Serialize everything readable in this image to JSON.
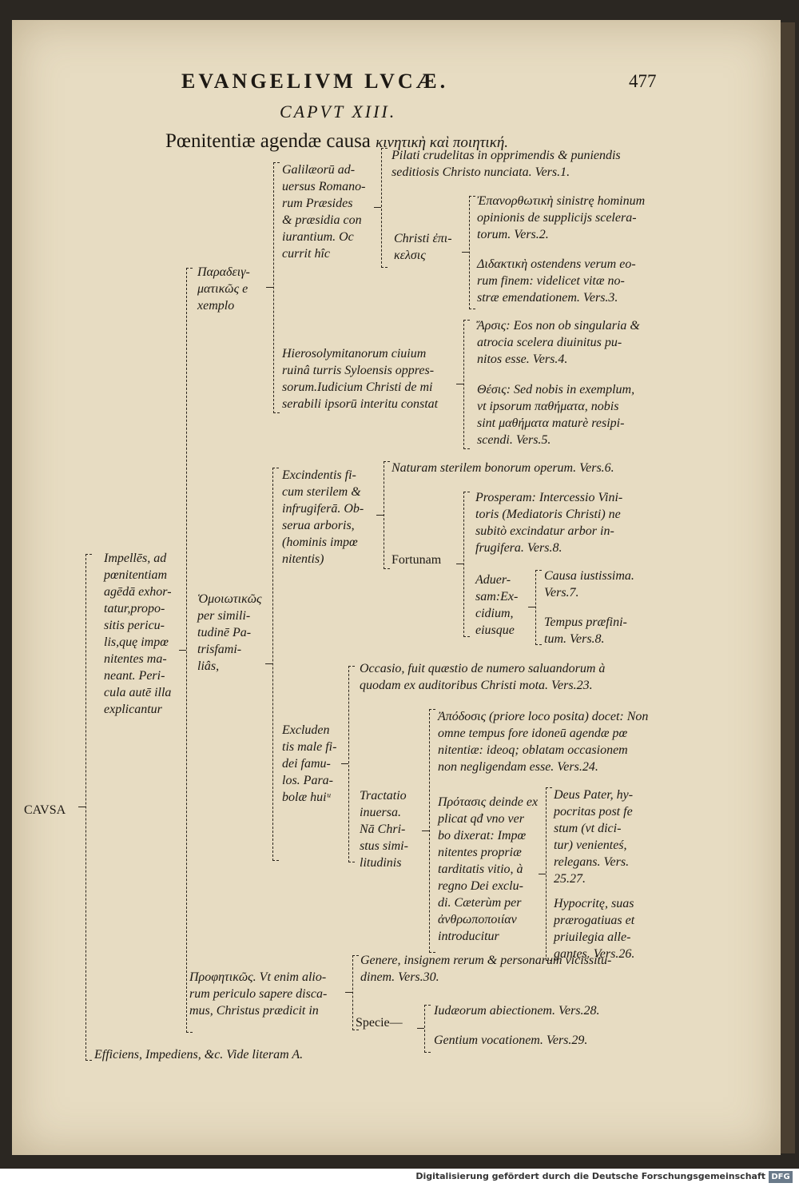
{
  "header": {
    "running_title": "EVANGELIVM LVCÆ.",
    "page_number": "477",
    "chapter": "CAPVT XIII.",
    "title": "Pœnitentiæ agendæ causa",
    "title_greek": "κινητικὴ καὶ ποιητική."
  },
  "tree": {
    "root": "CAVSA",
    "impellens": [
      "Impellēs, ad",
      "pœnitentiam",
      "agēdā exhor-",
      "tatur,propo-",
      "sitis pericu-",
      "lis,quę impœ",
      "nitentes ma-",
      "neant. Peri-",
      "cula autē illa",
      "explicantur"
    ],
    "paradeigm": [
      "Παραδειγ-",
      "ματικῶς e",
      "xemplo"
    ],
    "galilaei": [
      "Galilæorū ad-",
      "uersus Romano-",
      "rum Præsides",
      "& præsidia con",
      "iurantium. Oc",
      "currit hîc"
    ],
    "pilati": [
      "Pilati crudelitas in opprimendis & puniendis",
      "seditiosis Christo nunciata. Vers.1."
    ],
    "christi_ep": [
      "Christi ἐπι-",
      "κελσις"
    ],
    "epanorth": [
      "Ἐπανορθωτικὴ sinistrę hominum",
      "opinionis de supplicijs scelera-",
      "torum. Vers.2."
    ],
    "didask": [
      "Διδακτικὴ ostendens verum eo-",
      "rum finem: videlicet vitæ no-",
      "stræ emendationem. Vers.3."
    ],
    "hieros": [
      "Hierosolymitanorum ciuium",
      "ruinâ turris Syloensis oppres-",
      "sorum.Iudicium Christi de mi",
      "serabili ipsorū interitu constat"
    ],
    "arsis": [
      "Ἄρσις: Eos non ob singularia &",
      "atrocia scelera diuinitus pu-",
      "nitos esse. Vers.4."
    ],
    "thesis": [
      "Θέσις: Sed nobis in exemplum,",
      "vt ipsorum παθήματα, nobis",
      "sint μαθήματα maturè resipi-",
      "scendi. Vers.5."
    ],
    "homoiot": [
      "Ὁμοιωτικῶς",
      "per simili-",
      "tudinē Pa-",
      "trisfami-",
      "liâs,"
    ],
    "excindentis": [
      "Excindentis fi-",
      "cum sterilem &",
      "infrugiferā. Ob-",
      "serua arboris,",
      "(hominis impœ",
      "nitentis)"
    ],
    "naturam": "Naturam sterilem bonorum operum. Vers.6.",
    "fortunam": "Fortunam",
    "prosperam": [
      "Prosperam: Intercessio Vini-",
      "toris (Mediatoris Christi) ne",
      "subitò excindatur arbor in-",
      "frugifera. Vers.8."
    ],
    "aduersam": [
      "Aduer-",
      "sam:Ex-",
      "cidium,",
      "eiusque"
    ],
    "causa_iust": [
      "Causa iustissima.",
      "Vers.7."
    ],
    "tempus": [
      "Tempus præfini-",
      "tum. Vers.8."
    ],
    "excludentis": [
      "Excluden",
      "tis male fi-",
      "dei famu-",
      "los. Para-",
      "bolæ huiᵘ"
    ],
    "occasio": [
      "Occasio, fuit quæstio de numero saluandorum à",
      "quodam ex auditoribus Christi mota. Vers.23."
    ],
    "tractatio": [
      "Tractatio",
      "inuersa.",
      "Nā Chri-",
      "stus simi-",
      "litudinis"
    ],
    "apodosis": [
      "Ἀπόδοσις (priore loco posita) docet: Non",
      "omne tempus fore idoneū agendæ pœ",
      "nitentiæ: ideoq; oblatam occasionem",
      "non negligendam esse. Vers.24."
    ],
    "protasis": [
      "Πρότασις deinde ex",
      "plicat qđ vno ver",
      "bo dixerat: Impœ",
      "nitentes propriæ",
      "tarditatis vitio, à",
      "regno Dei exclu-",
      "di. Cæterùm per",
      "ἀνθρωποποιίαν",
      "introducitur"
    ],
    "deus_pater": [
      "Deus Pater, hy-",
      "pocritas post fe",
      "stum (vt dici-",
      "tur) venienteś,",
      "relegans. Vers.",
      "25.27."
    ],
    "hypocritae": [
      "Hypocritę, suas",
      "prærogatiuas et",
      "priuilegia alle-",
      "gantes. Vers.26."
    ],
    "prophetic": [
      "Προφητικῶς. Vt enim alio-",
      "rum periculo sapere disca-",
      "mus, Christus prædicit in"
    ],
    "genere": [
      "Genere, insignem rerum & personarum vicissitu-",
      "dinem. Vers.30."
    ],
    "specie": "Specie—",
    "iudaeorum": "Iudæorum abiectionem. Vers.28.",
    "gentium": "Gentium vocationem. Vers.29.",
    "efficiens": "Efficiens, Impediens, &c. Vide literam A."
  },
  "footer": {
    "credit": "Digitalisierung gefördert durch die Deutsche Forschungsgemeinschaft",
    "logo": "DFG"
  }
}
